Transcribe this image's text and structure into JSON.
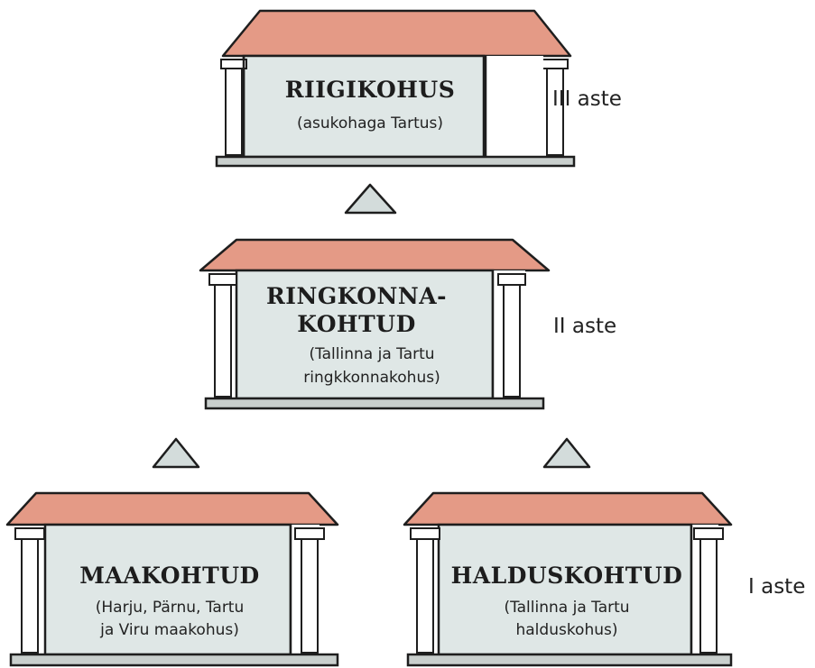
{
  "buildings": [
    {
      "key": "supreme",
      "title_lines": [
        "RIIGIKOHUS"
      ],
      "sub_lines": [
        "(asukohaga Tartus)"
      ]
    },
    {
      "key": "circuit",
      "title_lines": [
        "RINGKONNA-",
        "KOHTUD"
      ],
      "sub_lines": [
        "(Tallinna ja Tartu",
        "ringkkonnakohus)"
      ]
    },
    {
      "key": "county",
      "title_lines": [
        "MAAKOHTUD"
      ],
      "sub_lines": [
        "(Harju, Pärnu, Tartu",
        "ja Viru maakohus)"
      ]
    },
    {
      "key": "admin",
      "title_lines": [
        "HALDUSKOHTUD"
      ],
      "sub_lines": [
        "(Tallinna ja Tartu",
        "halduskohus)"
      ]
    }
  ],
  "levels": {
    "third": "III aste",
    "second": "II aste",
    "first": "I aste"
  },
  "colors": {
    "roof": "#e49a86",
    "wall": "#dfe7e6",
    "base": "#c9cfcd",
    "outline": "#1e1e1e"
  }
}
